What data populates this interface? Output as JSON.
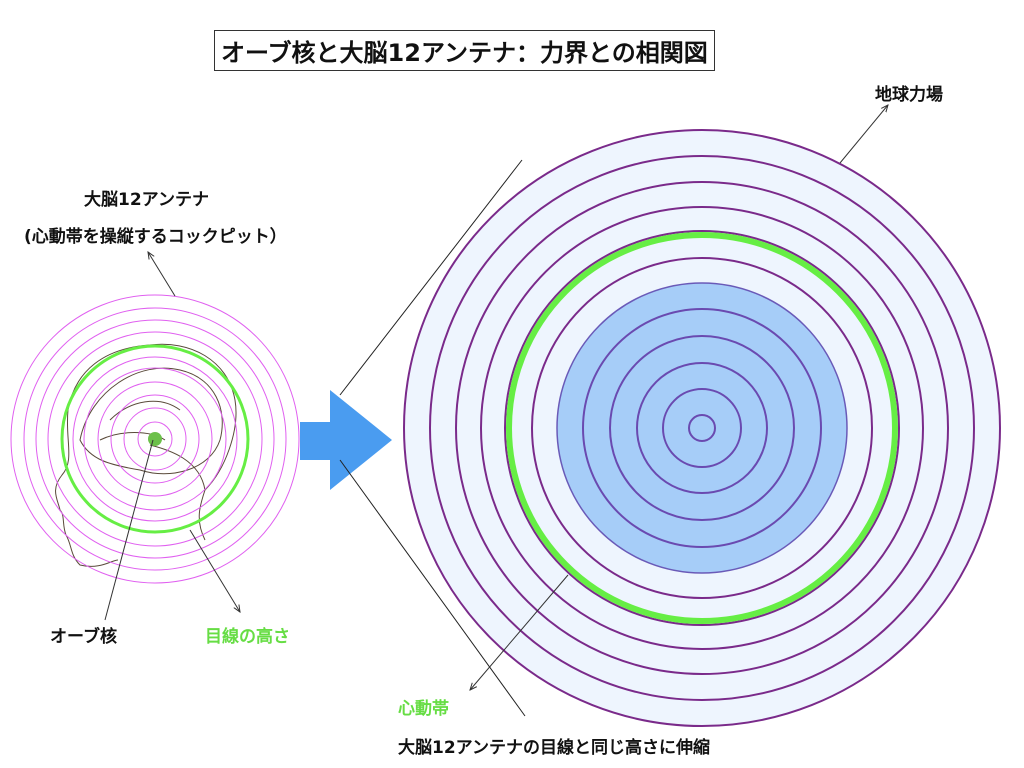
{
  "title": "オーブ核と大脳12アンテナ：力界との相関図",
  "labels": {
    "earth_field": "地球力場",
    "antenna_line1": "大脳12アンテナ",
    "antenna_line2": "(心動帯を操縦するコックピット）",
    "orb_core": "オーブ核",
    "eye_level": "目線の高さ",
    "heart_band": "心動帯",
    "bottom_caption": "大脳12アンテナの目線と同じ高さに伸縮"
  },
  "colors": {
    "left_rings": "#e060f0",
    "green": "#66ee44",
    "right_rings": "#7a2a8a",
    "blue_core": "#a6cdf8",
    "field_bg": "#eef5fe",
    "arrow": "#4a9cf0"
  }
}
